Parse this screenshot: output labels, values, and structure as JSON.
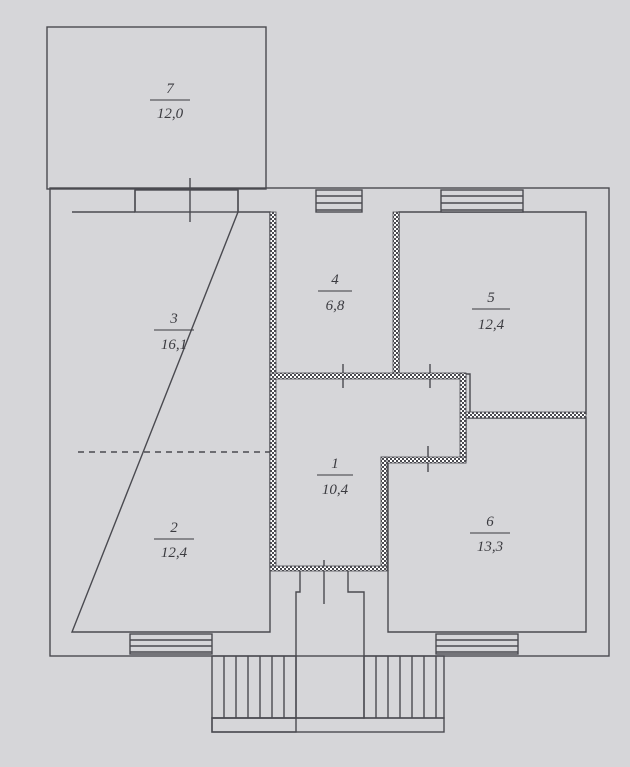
{
  "plan": {
    "rooms": [
      {
        "number": "7",
        "area": "12,0"
      },
      {
        "number": "3",
        "area": "16,1"
      },
      {
        "number": "4",
        "area": "6,8"
      },
      {
        "number": "5",
        "area": "12,4"
      },
      {
        "number": "1",
        "area": "10,4"
      },
      {
        "number": "2",
        "area": "12,4"
      },
      {
        "number": "6",
        "area": "13,3"
      }
    ]
  },
  "colors": {
    "background": "#d6d6d9",
    "line": "#4a4a50",
    "wall_hatch": "#55555b",
    "text": "#3b3b40"
  }
}
